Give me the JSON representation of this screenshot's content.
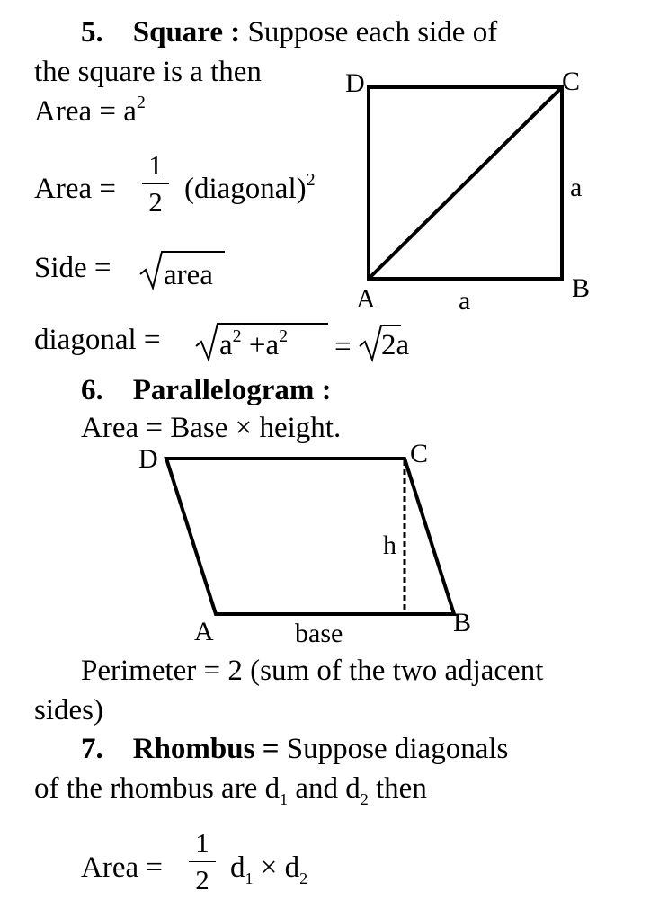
{
  "square": {
    "number": "5.",
    "title": "Square :",
    "intro1": "Suppose each side of",
    "intro2": "the square is a then",
    "area1_lhs": "Area = a",
    "exp2": "2",
    "area2_lhs": "Area =",
    "one": "1",
    "two": "2",
    "area2_rhs": "(diagonal)",
    "side_lhs": "Side =",
    "side_rad": "area",
    "diag_lhs": "diagonal =",
    "diag_a1": "a",
    "diag_plus": "+a",
    "diag_eq": "=",
    "diag_rad2": "2a",
    "labels": {
      "D": "D",
      "C": "C",
      "B": "B",
      "A": "A",
      "side_right": "a",
      "side_bottom": "a"
    }
  },
  "parallelogram": {
    "number": "6.",
    "title": "Parallelogram :",
    "area": "Area = Base × height.",
    "labels": {
      "D": "D",
      "C": "C",
      "h": "h",
      "A": "A",
      "base": "base",
      "B": "B"
    },
    "perimeter1": "Perimeter = 2 (sum of the two adjacent",
    "perimeter2": "sides)"
  },
  "rhombus": {
    "number": "7.",
    "title": "Rhombus =",
    "intro1": "Suppose diagonals",
    "intro2a": "of the rhombus are d",
    "sub1": "1",
    "intro2b": " and d",
    "sub2": "2",
    "intro2c": " then",
    "area_lhs": "Area =",
    "one": "1",
    "two": "2",
    "d1": "d",
    "times": " × d"
  }
}
